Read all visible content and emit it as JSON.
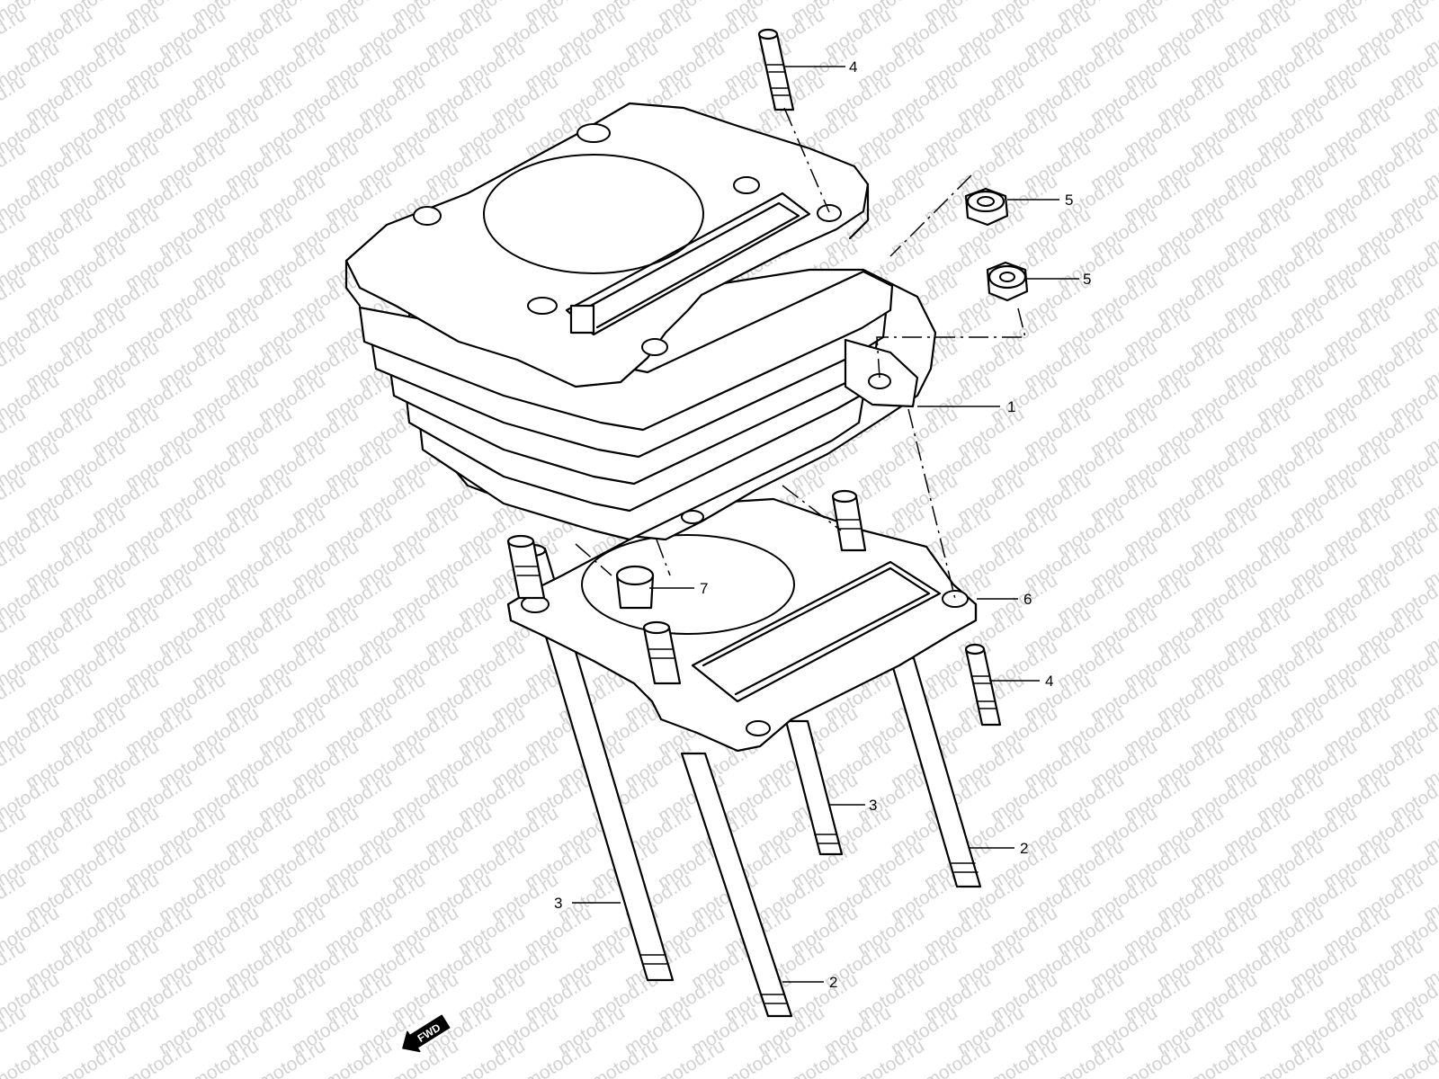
{
  "watermark": {
    "text": "motod.ru",
    "color": "#d2d2d2"
  },
  "callouts": [
    {
      "id": "cylinder",
      "label": "1"
    },
    {
      "id": "stud-long-front",
      "label": "2"
    },
    {
      "id": "stud-long-rear",
      "label": "2"
    },
    {
      "id": "stud-short-front",
      "label": "3"
    },
    {
      "id": "stud-short-rear",
      "label": "3"
    },
    {
      "id": "stud-small-top",
      "label": "4"
    },
    {
      "id": "stud-small-bottom",
      "label": "4"
    },
    {
      "id": "nut-upper",
      "label": "5"
    },
    {
      "id": "nut-lower",
      "label": "5"
    },
    {
      "id": "base-gasket",
      "label": "6"
    },
    {
      "id": "dowel-pin",
      "label": "7"
    }
  ],
  "fwd_badge": {
    "label": "FWD",
    "icon": "arrow-left-icon"
  }
}
